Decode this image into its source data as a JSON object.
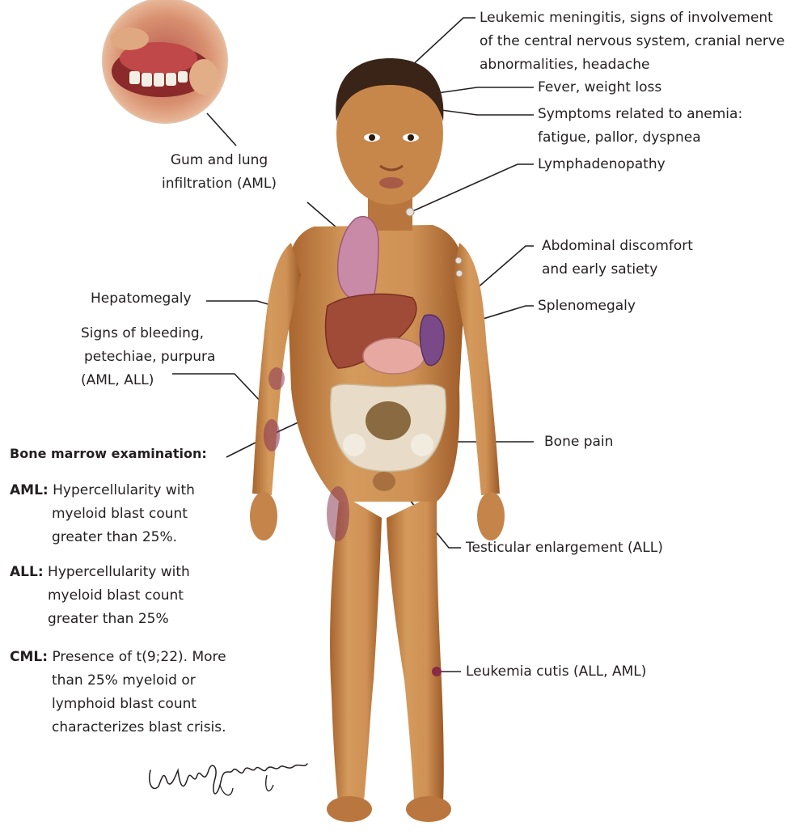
{
  "labels": {
    "meningitis": [
      "Leukemic meningitis, signs of involvement",
      "of the central nervous system, cranial nerve",
      "abnormalities, headache"
    ],
    "fever": "Fever, weight loss",
    "anemia": [
      "Symptoms related to anemia:",
      "fatigue, pallor, dyspnea"
    ],
    "lymph": "Lymphadenopathy",
    "abdominal": [
      "Abdominal discomfort",
      "and early satiety"
    ],
    "spleno": "Splenomegaly",
    "bone_pain": "Bone pain",
    "testicular": "Testicular enlargement (ALL)",
    "cutis": "Leukemia cutis (ALL, AML)",
    "gum": [
      "Gum and lung",
      "infiltration (AML)"
    ],
    "hepato": "Hepatomegaly",
    "bleeding": [
      "Signs of bleeding,",
      "petechiae, purpura",
      "(AML, ALL)"
    ]
  },
  "bone_marrow": {
    "title": "Bone marrow examination:",
    "aml": {
      "key": "AML:",
      "lines": [
        "Hypercellularity with",
        "myeloid blast count",
        "greater than 25%."
      ]
    },
    "all": {
      "key": "ALL:",
      "lines": [
        "Hypercellularity with",
        "myeloid blast count",
        "greater than 25%"
      ]
    },
    "cml": {
      "key": "CML:",
      "lines": [
        "Presence of t(9;22). More",
        "than 25% myeloid or",
        "lymphoid blast count",
        "characterizes blast crisis."
      ]
    }
  },
  "colors": {
    "skin": "#c98a4b",
    "skin_shadow": "#a5652f",
    "hair": "#3a2418",
    "liver": "#a04a38",
    "lung": "#c98aa8",
    "spleen": "#7a4a88",
    "stomach": "#e6a8a0",
    "pelvis": "#e8dcc8",
    "bruise": "#8a3a55",
    "line": "#231f20"
  }
}
